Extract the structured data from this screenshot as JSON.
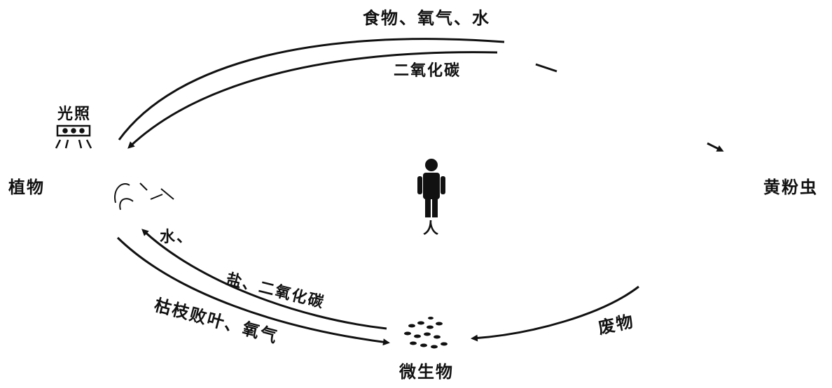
{
  "nodes": {
    "plant": "植物",
    "human": "人",
    "mealworm": "黄粉虫",
    "microbe": "微生物",
    "light": "光照"
  },
  "edges": {
    "food_oxygen_water": "食物、氧气、水",
    "co2_top": "二氧化碳",
    "water": "水、",
    "salt_co2": "盐、二氧化碳",
    "branches_oxygen": "枯枝败叶、氧气",
    "waste": "废物"
  },
  "colors": {
    "ink": "#111111",
    "background": "#ffffff"
  },
  "icons": {
    "light": "lamp-icon",
    "human": "person-icon",
    "microbe": "microbe-dots-icon",
    "plant": "plant-sketch-icon"
  }
}
